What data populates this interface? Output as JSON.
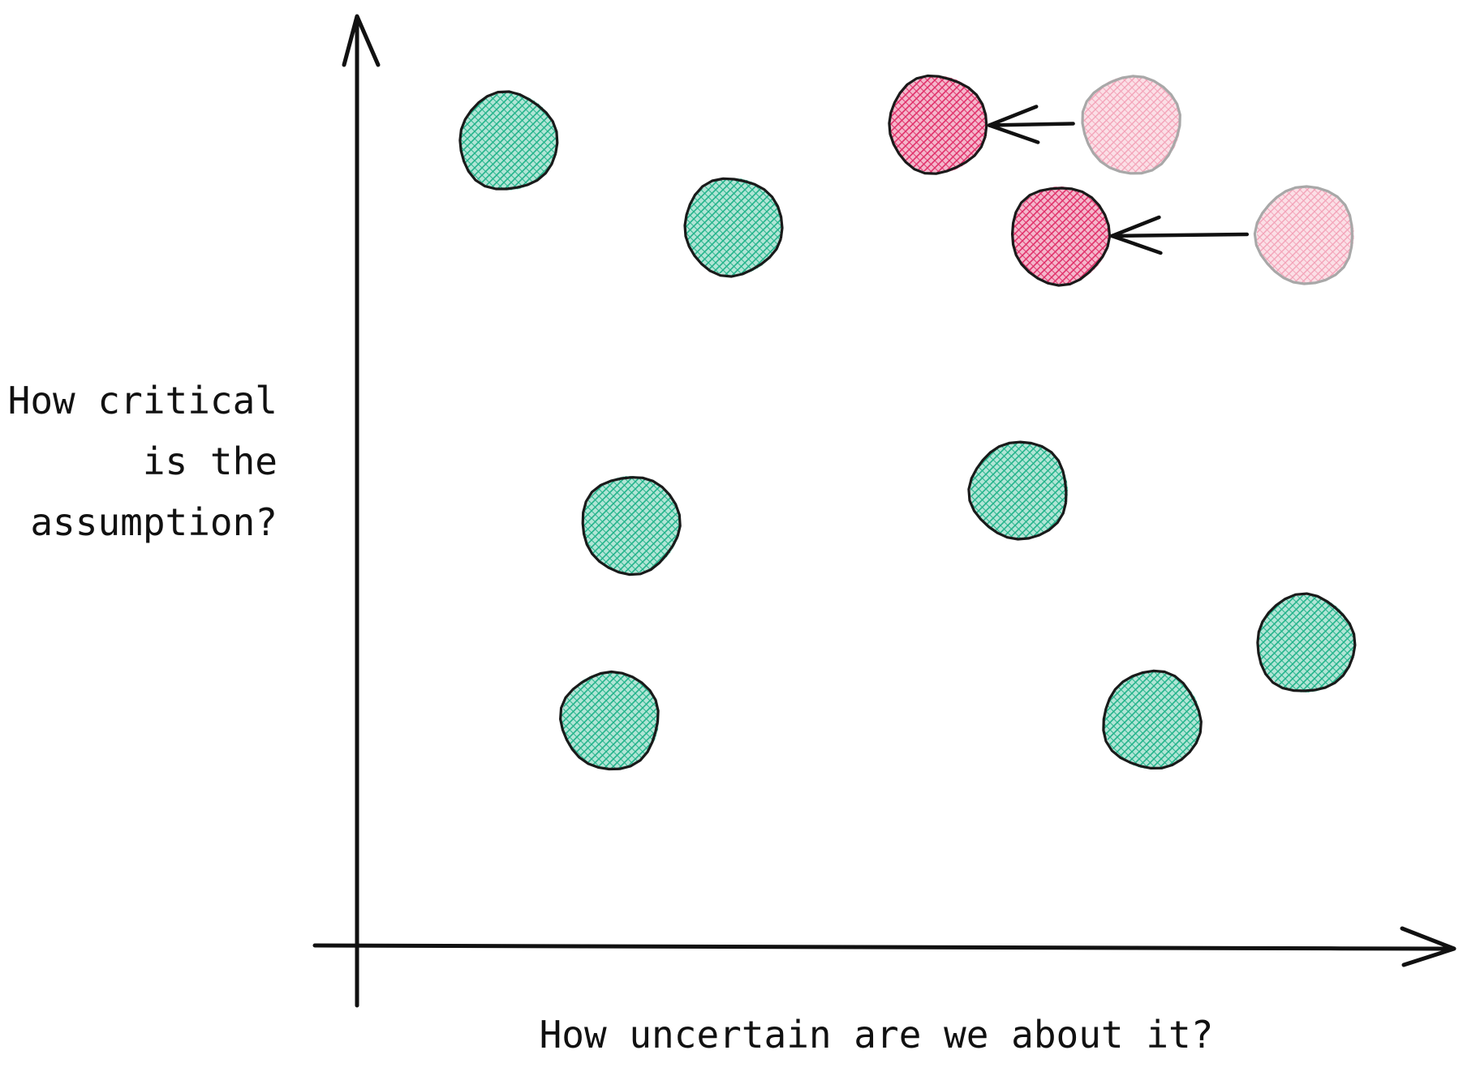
{
  "chart_data": {
    "type": "scatter",
    "xlabel": "How uncertain are we about it?",
    "ylabel": [
      "How critical",
      "is the",
      "assumption?"
    ],
    "xlim": [
      0,
      100
    ],
    "ylim": [
      0,
      100
    ],
    "grid": false,
    "legend": "none",
    "colors": {
      "validated": "#22b38a",
      "risky": "#e0306a",
      "risky_previous": "#f6b9c8",
      "outline": "#1a1a1a",
      "outline_faded": "#a8a8a8",
      "axis": "#111111"
    },
    "points": [
      {
        "x": 10,
        "y": 91,
        "status": "validated"
      },
      {
        "x": 32,
        "y": 81,
        "status": "validated"
      },
      {
        "x": 22,
        "y": 46,
        "status": "validated"
      },
      {
        "x": 20,
        "y": 23,
        "status": "validated"
      },
      {
        "x": 60,
        "y": 50,
        "status": "validated"
      },
      {
        "x": 73,
        "y": 23,
        "status": "validated"
      },
      {
        "x": 88,
        "y": 32,
        "status": "validated"
      },
      {
        "x": 52,
        "y": 93,
        "status": "risky",
        "from_x": 71
      },
      {
        "x": 64,
        "y": 80,
        "status": "risky",
        "from_x": 88
      }
    ]
  }
}
